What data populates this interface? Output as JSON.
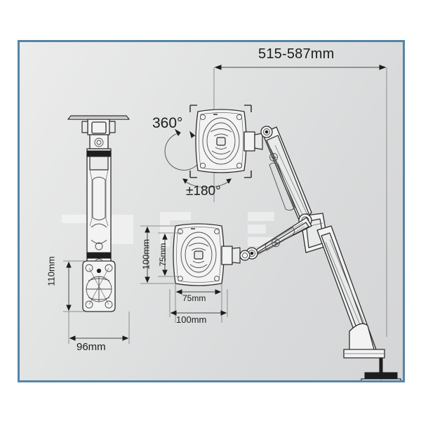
{
  "figure": {
    "kind": "technical-drawing",
    "subject": "gas-spring monitor arm with desk clamp",
    "frame_border_color": "#5585a6",
    "background_color": "#dcdddd",
    "line_color": "#2e2e2e"
  },
  "labels": {
    "reach": "515-587mm",
    "rotation": "360°",
    "swivel": "±180°",
    "vesa_height_outer": "100mm",
    "vesa_height_inner": "75mm",
    "vesa_width_inner": "75mm",
    "vesa_width_outer": "100mm",
    "side_height": "110mm",
    "side_width": "96mm"
  },
  "views": {
    "side_view": {
      "name": "side profile view",
      "position": "left"
    },
    "main_view": {
      "name": "extended arm with monitor positions",
      "position": "right"
    }
  },
  "monitors": {
    "upper": {
      "name": "upper monitor mounting plate"
    },
    "lower": {
      "name": "lower monitor mounting plate"
    }
  },
  "mount": {
    "name": "desk c-clamp"
  }
}
